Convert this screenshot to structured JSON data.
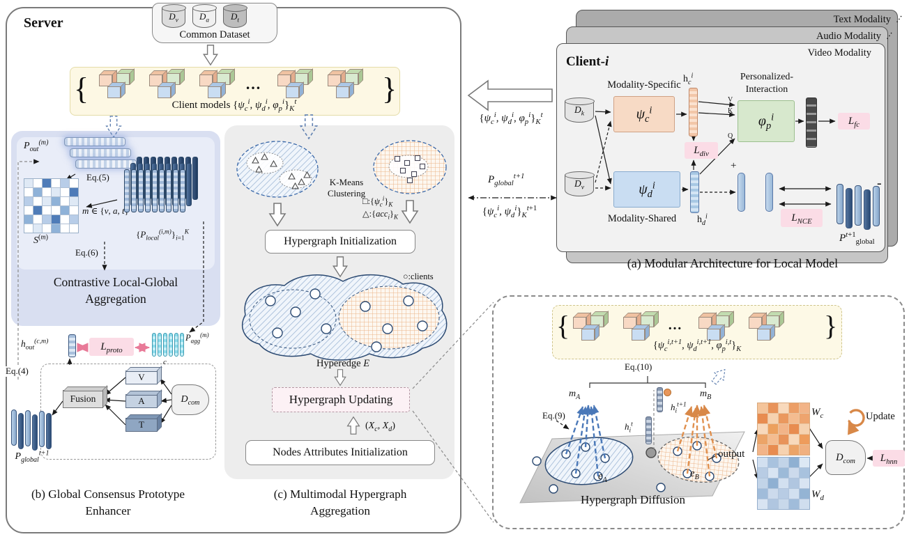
{
  "ellipsis": "…",
  "brace_open": "{",
  "brace_close": "}",
  "colors": {
    "accent_pink": "#fbdce6",
    "panel_lavender": "#d9dff1",
    "panel_gray": "#ededed",
    "models_yellow": "#fdf8e4",
    "peach": "#f7dac5",
    "green": "#d7e8cd",
    "blue": "#c9ddf2",
    "navy": "#2f4f78",
    "orange": "#e0904e"
  },
  "server": {
    "title": "Server",
    "common": {
      "label": "Common Dataset",
      "d_v": "<i>D</i><sub><i>v</i></sub>",
      "d_a": "<i>D</i><sub><i>a</i></sub>",
      "d_t": "<i>D</i><sub><i>t</i></sub>"
    },
    "client_models": "Client models {<i>ψ<sub>c</sub><sup>i</sup></i>, <i>ψ<sub>d</sub><sup>i</sup></i>, <i>φ<sub>p</sub><sup>i</sup></i>}<sub><i>K</i></sub><sup><i>t</i></sup>",
    "panel_b": {
      "p_out": "<i>P<sub>out</sub><sup>(m)</sup></i>",
      "s_matrix": "<i>S</i><sup>(<i>m</i>)</sup>",
      "m_set": "<i>m</i> ∈ {<i>v</i>, <i>a</i>, <i>t</i>}",
      "p_local": "{<i>P<sub>local</sub><sup>(i,m)</sup></i>}<sub><i>i</i>=1</sub><sup><i>K</i></sup>",
      "eq5": "Eq.(5)",
      "eq6": "Eq.(6)",
      "eq4": "Eq.(4)",
      "contrastive": "Contrastive Local-Global Aggregation",
      "h_out": "<i>h<sub>out</sub><sup>(c,m)</sup></i>",
      "l_proto": "<i>L<sub>proto</sub></i>",
      "p_agg": "<i>P<sub>agg</sub><sup>(m)</sup></i>",
      "c_sub": "c",
      "slab_v": "V",
      "slab_a": "A",
      "slab_t": "T",
      "fusion": "Fusion",
      "d_com": "<i>D<sub>com</sub></i>",
      "p_global": "<i>P<sub>global</sub><sup>t+1</sup></i>",
      "caption": "(b) Global Consensus Prototype Enhancer"
    },
    "panel_c": {
      "kmeans": "K-Means Clustering",
      "legend_square": "□:{<i>ψ<sub>c</sub><sup>i</sup></i>}<sub><i>K</i></sub>",
      "legend_triangle": "△:{<i>acc<sub>i</sub></i>}<sub><i>K</i></sub>",
      "init_btn": "Hypergraph Initialization",
      "clients": "○:clients",
      "hyperedge": "Hyperedge <i>E</i>",
      "updating": "Hypergraph  Updating",
      "xcxd": "(<i>X<sub>c</sub></i>, <i>X<sub>d</sub></i>)",
      "nodes_btn": "Nodes Attributes Initialization",
      "caption": "(c) Multimodal Hypergraph Aggregation"
    }
  },
  "links": {
    "models_down": "{<i>ψ<sub>c</sub><sup>i</sup></i>, <i>ψ<sub>d</sub><sup>i</sup></i>, <i>φ<sub>p</sub><sup>i</sup></i>}<sub><i>K</i></sub><sup><i>t</i></sup>",
    "p_global": "<i>P<sub>global</sub><sup>t+1</sup></i>",
    "models_up": "{<i>ψ<sub>c</sub><sup>i</sup></i>, <i>ψ<sub>d</sub><sup>i</sup></i>}<sub><i>K</i></sub><sup><i>t</i>+1</sup>"
  },
  "panel_a": {
    "modality_text": "Text Modality",
    "modality_audio": "Audio Modality",
    "modality_video": "Video Modality",
    "client_title": "Client-<i>i</i>",
    "d_k": "<i>D</i><sub><i>k</i></sub>",
    "d_v": "<i>D</i><sub><i>v</i></sub>",
    "specific": "Modality-Specific",
    "psi_c": "<i>ψ<sub>c</sub><sup>i</sup></i>",
    "shared": "Modality-Shared",
    "psi_d": "<i>ψ<sub>d</sub><sup>i</sup></i>",
    "h_c": "h<i><sub>c</sub><sup>i</sup></i>",
    "h_d": "h<i><sub>d</sub><sup>i</sup></i>",
    "l_div": "<i>L<sub>div</sub></i>",
    "personalized": "Personalized-<br>Interaction",
    "phi_p": "<i>φ<sub>p</sub><sup>i</sup></i>",
    "v": "V",
    "k": "K",
    "q": "Q",
    "l_fc": "<i>L<sub>fc</sub></i>",
    "l_nce": "<i>L<sub>NCE</sub></i>",
    "plus": "+",
    "minus": "-",
    "p_global": "<i>P</i><sup><i>t</i>+1</sup><sub>global</sub>",
    "caption": "(a)  Modular Architecture for Local Model"
  },
  "zoom": {
    "models": "{<i>ψ<sub>c</sub><sup>i,t+1</sup></i>, <i>ψ<sub>d</sub><sup>i,t+1</sup></i>, <i>φ<sub>p</sub><sup>i,t</sup></i>}<sub><i>K</i></sub>",
    "eq10": "Eq.(10)",
    "eq9": "Eq.(9)",
    "m_a": "<i>m<sub>A</sub></i>",
    "m_b": "<i>m<sub>B</sub></i>",
    "h_t": "<i>h<sub>i</sub><sup>t</sup></i>",
    "h_t1": "<i>h<sub>i</sub><sup>t+1</sup></i>",
    "e_a": "<i>e<sub>A</sub></i>",
    "e_b": "<i>e<sub>B</sub></i>",
    "diffusion": "Hypergraph Diffusion",
    "output": "output",
    "w_c": "<i>W<sub>c</sub></i>",
    "w_d": "<i>W<sub>d</sub></i>",
    "d_com": "<i>D<sub>com</sub></i>",
    "update": "Update",
    "l_hnn": "<i>L<sub>hnn</sub></i>"
  }
}
